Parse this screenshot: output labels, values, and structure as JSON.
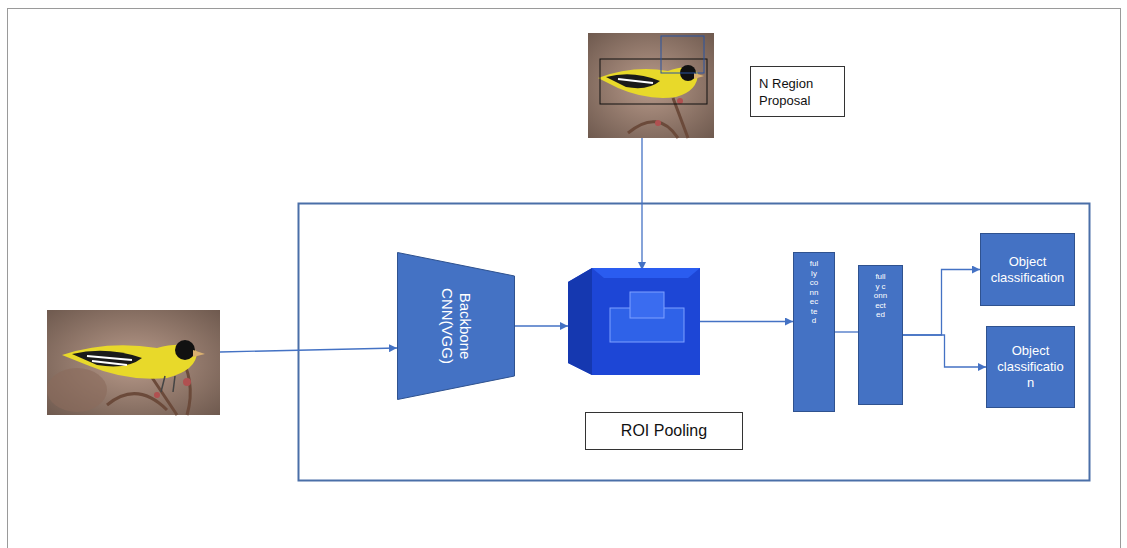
{
  "diagram": {
    "nodes": [
      {
        "text": [
          "N Region Proposal"
        ]
      },
      {
        "text": [
          "Backbone CNN(VGG)"
        ]
      },
      {
        "text": [
          "ROI Pooling"
        ]
      },
      {
        "text": [
          "fully connected"
        ]
      },
      {
        "text": [
          "fully connected"
        ]
      },
      {
        "text": [
          "Object classification"
        ]
      },
      {
        "text": [
          "Object classification"
        ]
      }
    ],
    "edges": [
      {
        "from": 1,
        "to": 2,
        "arrow": "to"
      },
      {
        "from": 2,
        "to": 3,
        "arrow": "to"
      },
      {
        "from": 3,
        "to": 4,
        "arrow": "none"
      },
      {
        "from": 4,
        "to": 5,
        "arrow": "to"
      },
      {
        "from": 4,
        "to": 6,
        "arrow": "to"
      }
    ]
  }
}
